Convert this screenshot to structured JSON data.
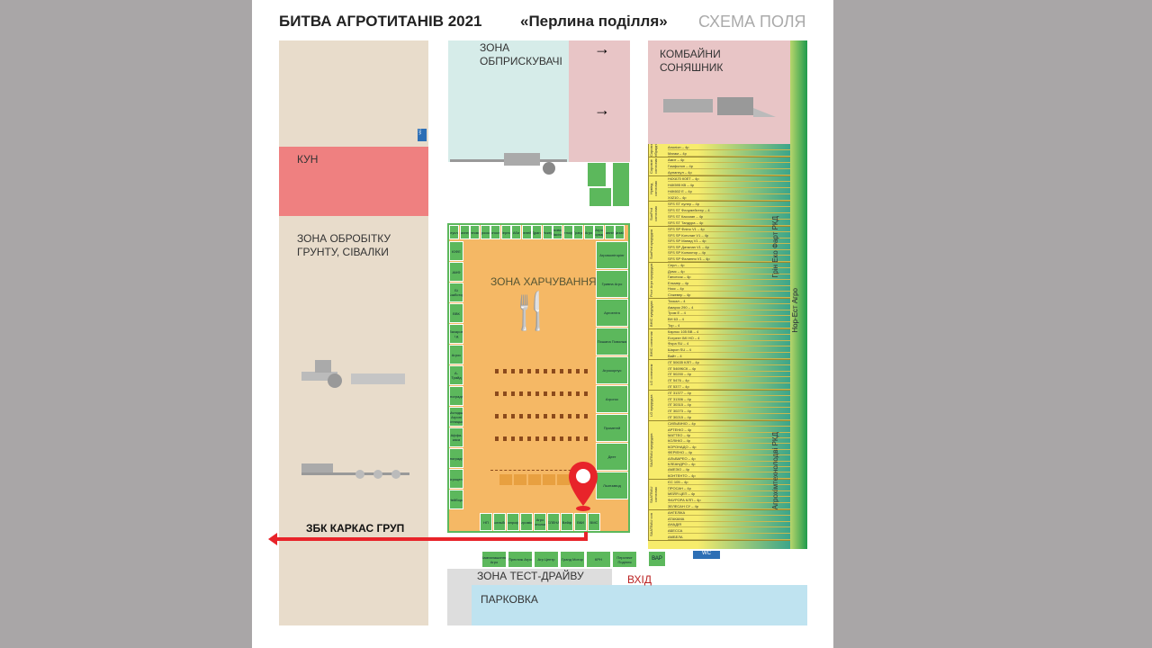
{
  "title": {
    "main": "БИТВА АГРОТИТАНІВ 2021",
    "sub": "«Перлина поділля»",
    "scheme": "СХЕМА ПОЛЯ"
  },
  "zones": {
    "kun": "КУН",
    "soil": "ЗОНА ОБРОБІТКУ ГРУНТУ, СІВАЛКИ",
    "sprayers": "ЗОНА ОБПРИСКУВАЧІ",
    "combines": "КОМБАЙНИ СОНЯШНИК",
    "food": "ЗОНА ХАРЧУВАННЯ",
    "testdrive": "ЗОНА ТЕСТ-ДРАЙВУ",
    "parking": "ПАРКОВКА",
    "entrance": "ВХІД",
    "wc": "WC",
    "bar": "ВАР"
  },
  "pin_label": "ЗБК КАРКАС ГРУП",
  "colors": {
    "kun": "#ef8080",
    "beige": "#e8dccb",
    "food": "#f5b865",
    "stall": "#5cb85c",
    "pin": "#e8242a",
    "parking": "#bfe3f0"
  },
  "right_vertical": {
    "a": "Грін Еко Фарт РКД",
    "b": "Нор-Ест Агро",
    "c": "Агрохімтехнолодві РКД"
  },
  "top_stalls": [
    "Богуслав",
    "Пахнер",
    "Бізнесмейд",
    "Агроскоп",
    "Кроноспан",
    "Зерно",
    "Аби",
    "Грелейс",
    "Драго",
    "Фіскер",
    "Пуковські Пасічні",
    "Світлофор",
    "Гранд",
    "Агро",
    "Агро Форвард",
    "Мавпінг",
    "Дизаїн"
  ],
  "left_stalls": [
    "ЮФЕ",
    "АМФ",
    "Бі Бзаботор",
    "ВВК",
    "Захаров і д",
    "Агрос",
    "А-Трайд",
    "Виноградник",
    "Молодші Агроні Вінницька",
    "Аффа-каса",
    "Виноградний",
    "Агроцент",
    "Нейборс"
  ],
  "right_stalls": [
    "Агромоніторінг",
    "Гривна Агро",
    "Аргоеліта",
    "Пошана Поволжя",
    "Агрокорпус",
    "Агрогос",
    "Прометей",
    "Деет",
    "Льонзавод"
  ],
  "bottom_stalls": [
    "НП",
    "Масельберг",
    "Агропрофіль",
    "Агромікс",
    "Агро технологія",
    "ЄЛЕНА",
    "Вейф",
    "ВКИ",
    "ВМС"
  ],
  "front_stalls": [
    "Кампанашиння Агро",
    "Престиж Агро",
    "Агр Центр",
    "Гранд Мотор",
    "КРН",
    "Перспект Поділля"
  ],
  "crop_groups": [
    {
      "label": "Сорозие гібридні",
      "items": [
        "Аполіон – 4р",
        "Магам – 4р"
      ]
    },
    {
      "label": "Сорозие сонячник",
      "items": [
        "Амит – 4р",
        "Гомфолон – 4р",
        "Арнанхул – 4р"
      ]
    },
    {
      "label": "Нувіед сонячник",
      "items": [
        "Н4ХА70 К0ЕТ – 4р",
        "Н4К595 КВ – 4р",
        "Н4К602 Е – 4р",
        "Х4210 – 4р"
      ]
    },
    {
      "label": "SunFed сонячник",
      "items": [
        "SFS ST лулер – 4р",
        "SFS ST Флоумейстер – 4",
        "SFS ST Кассиан – 4р",
        "SFS ST Тандура – 4р"
      ]
    },
    {
      "label": "SunFed кукурудза",
      "items": [
        "SFS SP Фліно V1 – 4р",
        "SFS SP Котслан V1 – 4р",
        "SFS SP Мапид V1 – 4р",
        "SFS SP Даталан V1 – 4р",
        "SFS SP Колмотор – 4р",
        "SFS SP Фалиння V1 – 4р"
      ]
    },
    {
      "label": "Рост Агро кукурудза",
      "items": [
        "Серл – 4р",
        "Домс – 4р",
        "Гансесок – 4р",
        "Ельмер – 4р",
        "Нокс – 4р",
        "Січкевер – 4р"
      ]
    },
    {
      "label": "ВНІС кукурудза",
      "items": [
        "Тоскал – 4",
        "Амарок 290 – 4",
        "Тром Е – 4",
        "ВН 63 – 4",
        "Тор – 4"
      ]
    },
    {
      "label": "ВНІС сонячник",
      "items": [
        "Карлос 105 ВВ – 4",
        "Естрент ІМІ НО – 4",
        "Фора SU – 4",
        "Шарон SU – 4",
        "Вайт – 4"
      ]
    },
    {
      "label": "LG сонячник",
      "items": [
        "ЛГ 50635 КЛП – 4р",
        "ЛГ 5469КСК – 4р",
        "ЛГ 50200 – 4р",
        "ЛГ 5476 – 4р",
        "ЛГ 5377 – 4р"
      ]
    },
    {
      "label": "LG кукурудза",
      "items": [
        "ЛГ 31377 – 4р",
        "ЛГ 31306 – 4р",
        "ЛГ 30315 – 4р",
        "ЛГ 30273 – 4р",
        "ЛГ 30215 – 4р"
      ]
    },
    {
      "label": "SAATBAU кукурудза",
      "items": [
        "СИЛЬВІНІО – 4р",
        "АРТЕНІО – 4р",
        "МАТТЕО – 4р",
        "КОЛІНІО – 4р",
        "КОРОНАДО – 4р",
        "ФЕРІЕНО – 4р",
        "АЛЬВАРЕО – 4р",
        "КЛЕАНДРО – 4р",
        "АМЕЗІО – 4р",
        "КОНТЕНТО – 4р"
      ]
    },
    {
      "label": "SAATBAU сонячник",
      "items": [
        "ЄС 105 – 4р",
        "ПРОСАН – 4р",
        "МЕЙЯ ЦЕП – 4р",
        "ФАУРОРА КЛП – 4р",
        "ЗЕЛЕСАН СУ – 4р"
      ]
    },
    {
      "label": "SAATBAU соя",
      "items": [
        "АНГЕЛІКА",
        "АТАКАМА",
        "АНАДІЯ",
        "АБЕССА",
        "АМБЕЛА"
      ]
    }
  ]
}
